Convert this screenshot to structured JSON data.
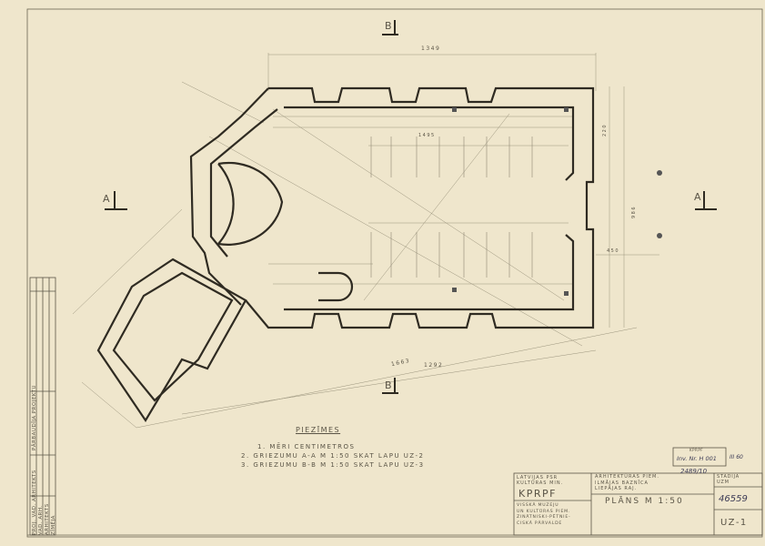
{
  "section_markers": {
    "top_b": "B",
    "bottom_b": "B",
    "left_a": "A",
    "right_a": "A"
  },
  "dimensions": {
    "top_overall": "1349",
    "bottom_long": "1663",
    "bottom_short": "1292",
    "right_side": "220",
    "right_total": "986",
    "right_offset": "450",
    "inner_1495": "1495"
  },
  "notes": {
    "heading": "PIEZĪMES",
    "lines": [
      "1. MĒRI CENTIMETROS",
      "2. GRIEZUMU A-A M 1:50 SKAT LAPU UZ-2",
      "3. GRIEZUMU B-B M 1:50 SKAT LAPU UZ-3"
    ]
  },
  "stamp": {
    "header": "KPRPF",
    "inv": "Inv. Nr. H 001",
    "sheet_ref": "III 60",
    "number": "2489/10"
  },
  "title_block": {
    "org_top": [
      "LATVIJAS PSR",
      "KULTŪRAS MIN."
    ],
    "org_code": "KPRPF",
    "org_bottom": [
      "VISSKĀ MUZEJU",
      "UN KULTŪRAS PIEM.",
      "ZINĀTNISKI-PĒTNIE-",
      "CISKĀ PĀRVALDE"
    ],
    "project": [
      "ARHITEKTŪRAS PIEM.",
      "ILMĀJAS BAZNĪCA",
      "LIEPĀJAS RAJ."
    ],
    "drawing_title": "PLĀNS M 1:50",
    "stage_label": [
      "STADIJA",
      "UZM"
    ],
    "archive_no": "46559",
    "sheet_code": "UZ-1"
  },
  "signature_strip": {
    "roles": [
      "PROJ. VAD. ARHITEKTS",
      "VAD. ARH.",
      "ARHITEKTS",
      "ZĪMĒJA"
    ],
    "extra": "PĀRBAUDĪJA PROJEKTU"
  }
}
